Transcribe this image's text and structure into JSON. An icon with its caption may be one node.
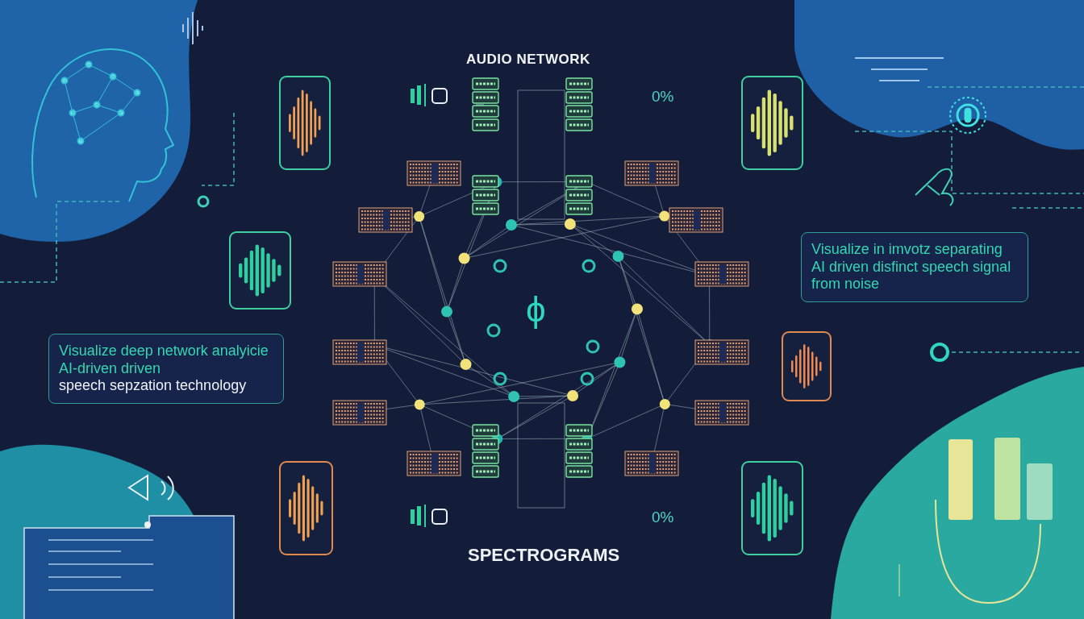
{
  "diagram": {
    "title": "AUDIO NETWORK",
    "nodes": [
      {
        "text": [
          "Visualize in imvotz separating AI driven disfinct speech signal from noise"
        ]
      },
      {
        "text": [
          "Visualize deep network analyicie AI-driven driven",
          "speech sepzation technology"
        ]
      }
    ],
    "labels": [
      "0%",
      "ϕ",
      "0%",
      "SPECTROGRAMS"
    ]
  }
}
